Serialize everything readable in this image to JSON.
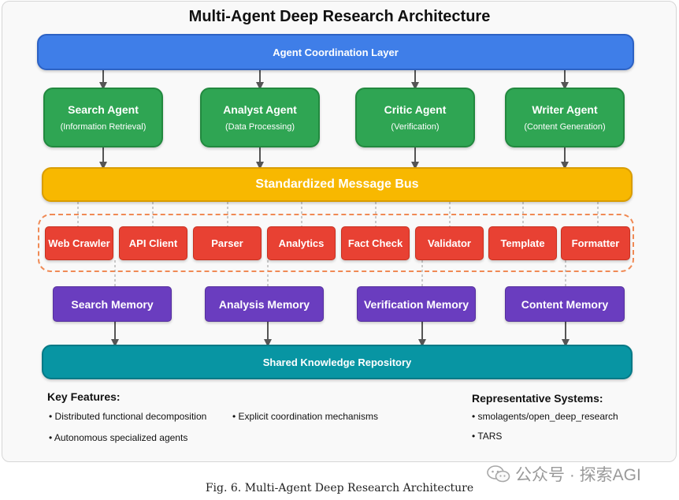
{
  "title": "Multi-Agent Deep Research Architecture",
  "coordination_layer": "Agent Coordination Layer",
  "agents": [
    {
      "name": "Search Agent",
      "role": "(Information Retrieval)"
    },
    {
      "name": "Analyst Agent",
      "role": "(Data Processing)"
    },
    {
      "name": "Critic Agent",
      "role": "(Verification)"
    },
    {
      "name": "Writer Agent",
      "role": "(Content Generation)"
    }
  ],
  "message_bus": "Standardized Message Bus",
  "tools": [
    "Web Crawler",
    "API Client",
    "Parser",
    "Analytics",
    "Fact Check",
    "Validator",
    "Template",
    "Formatter"
  ],
  "memories": [
    "Search Memory",
    "Analysis Memory",
    "Verification Memory",
    "Content Memory"
  ],
  "repository": "Shared Knowledge Repository",
  "key_features": {
    "heading": "Key Features:",
    "items": [
      "• Distributed functional decomposition",
      "• Explicit coordination mechanisms",
      "• Autonomous specialized agents"
    ]
  },
  "representative_systems": {
    "heading": "Representative Systems:",
    "items": [
      "• smolagents/open_deep_research",
      "• TARS"
    ]
  },
  "caption": "Fig. 6.  Multi-Agent Deep Research Architecture",
  "watermark": "公众号 · 探索AGI",
  "colors": {
    "coordination": "#3f7ee8",
    "agent": "#2fa553",
    "bus": "#f8b800",
    "tool": "#e84133",
    "tool_group_border": "#f08a55",
    "memory": "#6a3dbf",
    "repository": "#0895a3",
    "arrow": "#555555"
  }
}
